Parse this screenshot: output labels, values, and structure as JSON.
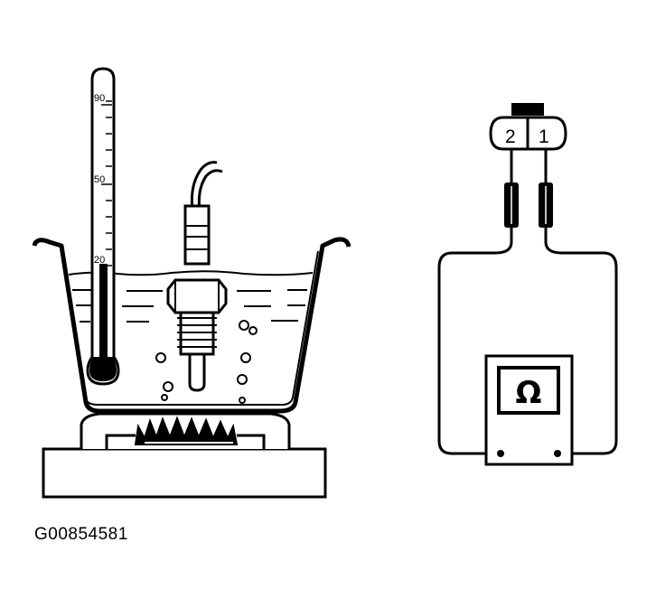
{
  "figure_id": "G00854581",
  "thermometer": {
    "scale_labels": [
      "90",
      "50",
      "20"
    ]
  },
  "connector": {
    "pins": [
      "2",
      "1"
    ]
  },
  "meter": {
    "symbol": "Ω"
  },
  "colors": {
    "ink": "#000000",
    "paper": "#ffffff"
  },
  "icons": [
    "thermometer-icon",
    "temperature-sensor-icon",
    "burner-flame-icon",
    "ohmmeter-icon",
    "connector-icon"
  ]
}
